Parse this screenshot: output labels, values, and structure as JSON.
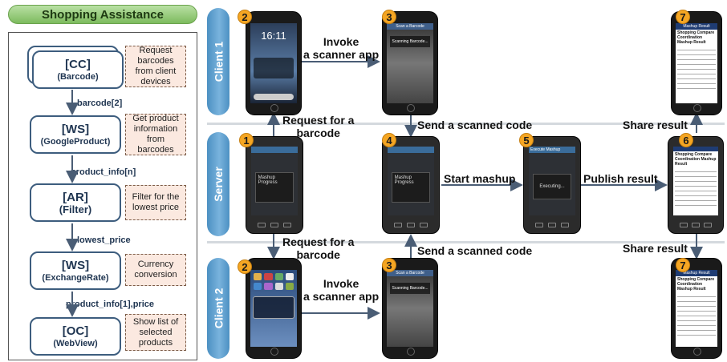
{
  "panel": {
    "title": "Shopping Assistance",
    "nodes": [
      {
        "type": "[CC]",
        "name": "(Barcode)",
        "note": "Request barcodes from client devices"
      },
      {
        "type": "[WS]",
        "name": "(GoogleProduct)",
        "note": "Get product information from barcodes"
      },
      {
        "type": "[AR]",
        "name": "(Filter)",
        "note": "Filter for the lowest price"
      },
      {
        "type": "[WS]",
        "name": "(ExchangeRate)",
        "note": "Currency conversion"
      },
      {
        "type": "[OC]",
        "name": "(WebView)",
        "note": "Show list of selected products"
      }
    ],
    "edges": [
      "barcode[2]",
      "product_info[n]",
      "lowest_price",
      "product_info[1],price"
    ]
  },
  "lanes": {
    "client1": "Client 1",
    "server": "Server",
    "client2": "Client 2"
  },
  "steps": {
    "s1": "1",
    "s2": "2",
    "s3": "3",
    "s4": "4",
    "s5": "5",
    "s6": "6",
    "s7": "7"
  },
  "labels": {
    "invoke1": "Invoke\na scanner app",
    "invoke2": "Invoke\na scanner app",
    "request_top": "Request for a\nbarcode",
    "request_bottom": "Request for a\nbarcode",
    "send_top": "Send a scanned code",
    "send_bottom": "Send a scanned code",
    "start_mashup": "Start mashup",
    "publish_result": "Publish result",
    "share_top": "Share result",
    "share_bottom": "Share result"
  },
  "screens": {
    "lock_time": "16:11",
    "mashup_progress": "Mashup Progress",
    "executing": "Executing...",
    "scan_title": "Scan a Barcode",
    "scanning": "Scanning Barcode...",
    "result_title": "Mashup Result",
    "result_heading": "Shopping Compare Coordination Mashup Result",
    "execute_mashup": "Execute Mashup"
  },
  "colors": {
    "lane": "#4c90c2",
    "node_border": "#3d5d7e",
    "note_bg": "#fbe9e0",
    "step_badge": "#f5a623",
    "arrow": "#4a5d75"
  }
}
